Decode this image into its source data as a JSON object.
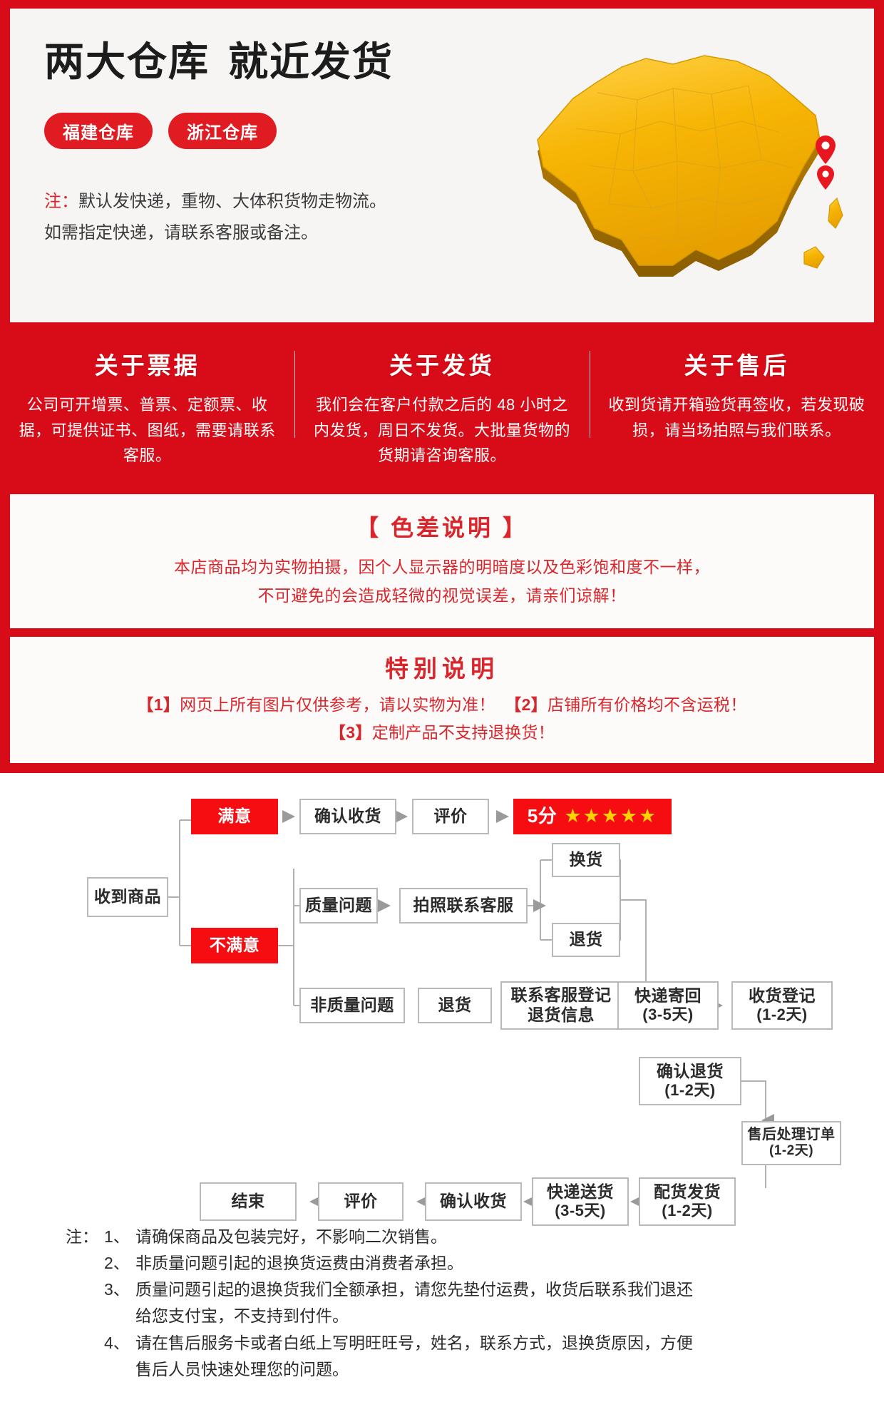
{
  "banner": {
    "title_a": "两大仓库",
    "title_b": "就近发货",
    "tags": [
      "福建仓库",
      "浙江仓库"
    ],
    "note_label": "注：",
    "note_line1": "默认发快递，重物、大体积货物走物流。",
    "note_line2": "如需指定快递，请联系客服或备注。",
    "map_icon": "location-pin-icon"
  },
  "three_columns": [
    {
      "title": "关于票据",
      "body": "公司可开增票、普票、定额票、收据，可提供证书、图纸，需要请联系客服。"
    },
    {
      "title": "关于发货",
      "body": "我们会在客户付款之后的 48 小时之内发货，周日不发货。大批量货物的货期请咨询客服。"
    },
    {
      "title": "关于售后",
      "body": "收到货请开箱验货再签收，若发现破损，请当场拍照与我们联系。"
    }
  ],
  "color_notice": {
    "title": "【 色差说明 】",
    "line1": "本店商品均为实物拍摄，因个人显示器的明暗度以及色彩饱和度不一样，",
    "line2": "不可避免的会造成轻微的视觉误差，请亲们谅解！"
  },
  "special_notice": {
    "title": "特别说明",
    "line1_a": "【1】",
    "line1_b": "网页上所有图片仅供参考，请以实物为准！",
    "line1_c": "【2】",
    "line1_d": "店铺所有价格均不含运税！",
    "line2_a": "【3】",
    "line2_b": "定制产品不支持退换货！"
  },
  "flowchart": {
    "nodes": {
      "start": "收到商品",
      "satisfied": "满意",
      "confirm_receipt_top": "确认收货",
      "review_top": "评价",
      "rating_score": "5分",
      "rating_stars": "★★★★★",
      "unsatisfied": "不满意",
      "quality_issue": "质量问题",
      "photo_contact": "拍照联系客服",
      "exchange": "换货",
      "return_goods": "退货",
      "non_quality_issue": "非质量问题",
      "return_goods2": "退货",
      "register_line1": "联系客服登记",
      "register_line2": "退货信息",
      "courier_back_line1": "快递寄回",
      "courier_back_line2": "(3-5天)",
      "receipt_register_line1": "收货登记",
      "receipt_register_line2": "(1-2天)",
      "confirm_return_line1": "确认退货",
      "confirm_return_line2": "(1-2天)",
      "aftersale_order_line1": "售后处理订单",
      "aftersale_order_line2": "(1-2天)",
      "dispatch_line1": "配货发货",
      "dispatch_line2": "(1-2天)",
      "delivery_line1": "快递送货",
      "delivery_line2": "(3-5天)",
      "confirm_receipt_bottom": "确认收货",
      "review_bottom": "评价",
      "end": "结束"
    }
  },
  "footer_notes": {
    "lead": "注：",
    "items": [
      {
        "idx": "1、",
        "text": "请确保商品及包装完好，不影响二次销售。",
        "cont": ""
      },
      {
        "idx": "2、",
        "text": "非质量问题引起的退换货运费由消费者承担。",
        "cont": ""
      },
      {
        "idx": "3、",
        "text": "质量问题引起的退换货我们全额承担，请您先垫付运费，收货后联系我们退还",
        "cont": "给您支付宝，不支持到付件。"
      },
      {
        "idx": "4、",
        "text": "请在售后服务卡或者白纸上写明旺旺号，姓名，联系方式，退换货原因，方便",
        "cont": "售后人员快速处理您的问题。"
      }
    ]
  },
  "colors": {
    "brand_red": "#d80c18",
    "accent_red": "#e01b22",
    "bright_red": "#f50d12",
    "text_red": "#d8262c",
    "star_yellow": "#ffd200",
    "map_gold": "#f0b000",
    "node_border": "#b9b9b9"
  }
}
